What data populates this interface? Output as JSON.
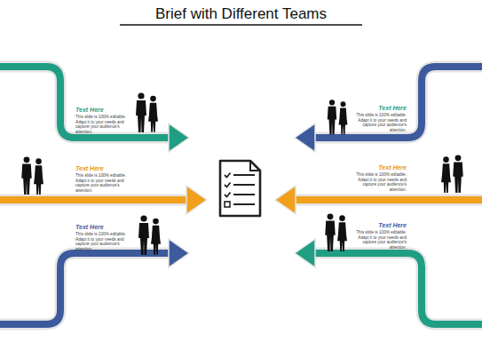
{
  "diagram": {
    "title": "Brief with Different Teams",
    "labels": [
      "Text Here",
      "This slide is 100% editable. Adapt it to your needs and capture your audience's attention.",
      "Text Here",
      "This slide is 100% editable. Adapt it to your needs and capture your audience's attention.",
      "Text Here",
      "This slide is 100% editable. Adapt it to your needs and capture your audience's attention.",
      "Text Here",
      "This slide is 100% editable. Adapt it to your needs and capture your audience's attention.",
      "Text Here",
      "This slide is 100% editable. Adapt it to your needs and capture your audience's attention.",
      "Text Here",
      "This slide is 100% editable. Adapt it to your needs and capture your audience's attention."
    ]
  }
}
